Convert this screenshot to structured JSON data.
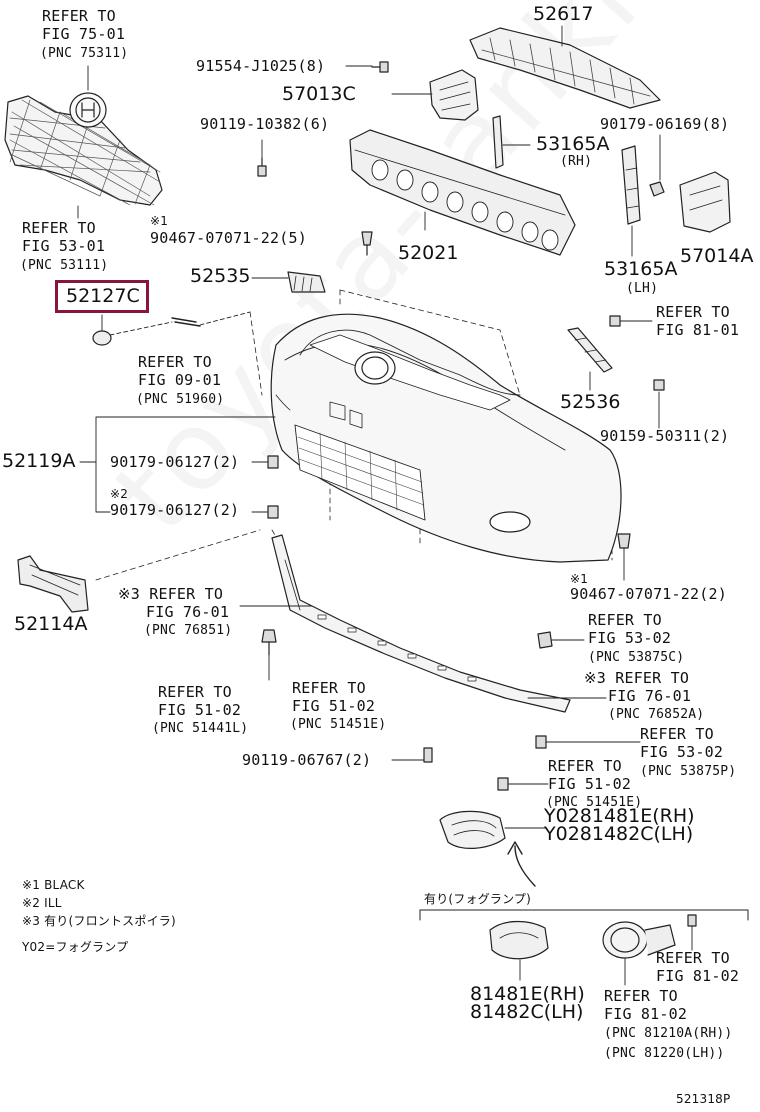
{
  "diagram": {
    "code": "521318P",
    "highlight_part": "52127C",
    "watermark": "toyota-tankmine.ru",
    "labels": {
      "p52617": "52617",
      "ref7501": [
        "REFER TO",
        "FIG 75-01",
        "(PNC 75311)"
      ],
      "b91554": "91554-J1025(8)",
      "p57013c": "57013C",
      "b90119a": "90119-10382(6)",
      "p53165a_rh": "53165A",
      "rh": "(RH)",
      "b90179a": "90179-06169(8)",
      "ref5301": [
        "REFER TO",
        "FIG 53-01",
        "(PNC 53111)"
      ],
      "mark1a": "※1",
      "c90467a": "90467-07071-22(5)",
      "p52021": "52021",
      "p53165a_lh": "53165A",
      "lh": "(LH)",
      "p57014a": "57014A",
      "p52535": "52535",
      "p52127c": "52127C",
      "ref8101a": [
        "REFER TO",
        "FIG 81-01"
      ],
      "ref0901": [
        "REFER TO",
        "FIG 09-01",
        "(PNC 51960)"
      ],
      "p52536": "52536",
      "b90159": "90159-50311(2)",
      "p52119a": "52119A",
      "n90179b": "90179-06127(2)",
      "mark2": "※2",
      "n90179c": "90179-06127(2)",
      "p52114a": "52114A",
      "ref7601a": [
        "※3 REFER TO",
        "FIG 76-01",
        "(PNC 76851)"
      ],
      "mark1b": "※1",
      "c90467b": "90467-07071-22(2)",
      "ref5302a": [
        "REFER TO",
        "FIG 53-02",
        "(PNC 53875C)"
      ],
      "ref7601b": [
        "※3 REFER TO",
        "FIG 76-01",
        "(PNC 76852A)"
      ],
      "ref5102l": [
        "REFER TO",
        "FIG 51-02",
        "(PNC 51441L)"
      ],
      "ref5102e": [
        "REFER TO",
        "FIG 51-02",
        "(PNC 51451E)"
      ],
      "ref5302p": [
        "REFER TO",
        "FIG 53-02",
        "(PNC 53875P)"
      ],
      "b90119b": "90119-06767(2)",
      "ref5102e2": [
        "REFER TO",
        "FIG 51-02",
        "(PNC 51451E)"
      ],
      "y02rh": "Y0281481E(RH)",
      "y02lh": "Y0281482C(LH)",
      "notes": [
        "※1 BLACK",
        "※2 ILL",
        "※3 有り(フロントスポイラ)"
      ],
      "y02def": "Y02=フォグランプ",
      "foglamp_header": "有り(フォグランプ)",
      "p81481e": "81481E(RH)",
      "p81482c": "81482C(LH)",
      "ref8102a": [
        "REFER TO",
        "FIG 81-02"
      ],
      "ref8102b": [
        "REFER TO",
        "FIG 81-02",
        "(PNC 81210A(RH))",
        "(PNC 81220(LH))"
      ]
    }
  }
}
